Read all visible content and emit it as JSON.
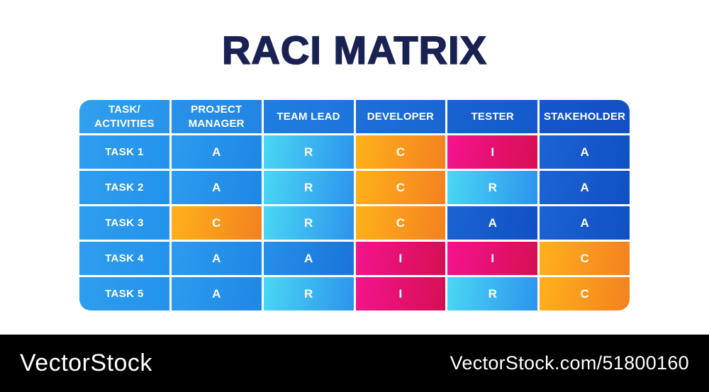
{
  "title": "RACI MATRIX",
  "colors": {
    "title": "#1A2253",
    "cell_text": "#FFFFFF",
    "table_gap": "#FFFFFF",
    "header_colors": [
      [
        "#31A0ED",
        "#2793EA"
      ],
      [
        "#2A92E8",
        "#2184E2"
      ],
      [
        "#207EE0",
        "#1C74DB"
      ],
      [
        "#1C70D8",
        "#1866D3"
      ],
      [
        "#1762D0",
        "#145ACB"
      ],
      [
        "#1556C9",
        "#1150C5"
      ]
    ],
    "palette": {
      "task": [
        "#2E9EEE",
        "#2392EB"
      ],
      "blue": [
        "#2C9CEE",
        "#1F86E6"
      ],
      "blue2": [
        "#2590E9",
        "#1B73DB"
      ],
      "cyan": [
        "#4BD8F4",
        "#2B93EC"
      ],
      "orange": [
        "#FFB11B",
        "#F3811F"
      ],
      "pink": [
        "#F5138F",
        "#D50F52"
      ],
      "navy": [
        "#1B63D3",
        "#1150C4"
      ]
    }
  },
  "table": {
    "columns": [
      "TASK/\nACTIVITIES",
      "PROJECT\nMANAGER",
      "TEAM LEAD",
      "DEVELOPER",
      "TESTER",
      "STAKEHOLDER"
    ],
    "rows": [
      {
        "task": "TASK 1",
        "cells": [
          {
            "label": "A",
            "type": "blue"
          },
          {
            "label": "R",
            "type": "cyan"
          },
          {
            "label": "C",
            "type": "orange"
          },
          {
            "label": "I",
            "type": "pink"
          },
          {
            "label": "A",
            "type": "navy"
          }
        ]
      },
      {
        "task": "TASK 2",
        "cells": [
          {
            "label": "A",
            "type": "blue"
          },
          {
            "label": "R",
            "type": "cyan"
          },
          {
            "label": "C",
            "type": "orange"
          },
          {
            "label": "R",
            "type": "cyan"
          },
          {
            "label": "A",
            "type": "navy"
          }
        ]
      },
      {
        "task": "TASK 3",
        "cells": [
          {
            "label": "C",
            "type": "orange"
          },
          {
            "label": "R",
            "type": "cyan"
          },
          {
            "label": "C",
            "type": "orange"
          },
          {
            "label": "A",
            "type": "navy"
          },
          {
            "label": "A",
            "type": "navy"
          }
        ]
      },
      {
        "task": "TASK 4",
        "cells": [
          {
            "label": "A",
            "type": "blue"
          },
          {
            "label": "A",
            "type": "blue2"
          },
          {
            "label": "I",
            "type": "pink"
          },
          {
            "label": "I",
            "type": "pink"
          },
          {
            "label": "C",
            "type": "orange"
          }
        ]
      },
      {
        "task": "TASK 5",
        "cells": [
          {
            "label": "A",
            "type": "blue"
          },
          {
            "label": "R",
            "type": "cyan"
          },
          {
            "label": "I",
            "type": "pink"
          },
          {
            "label": "R",
            "type": "cyan"
          },
          {
            "label": "C",
            "type": "orange"
          }
        ]
      }
    ]
  },
  "footer": {
    "background": "#000000",
    "brand": "VectorStock",
    "url": "VectorStock.com/51800160"
  }
}
